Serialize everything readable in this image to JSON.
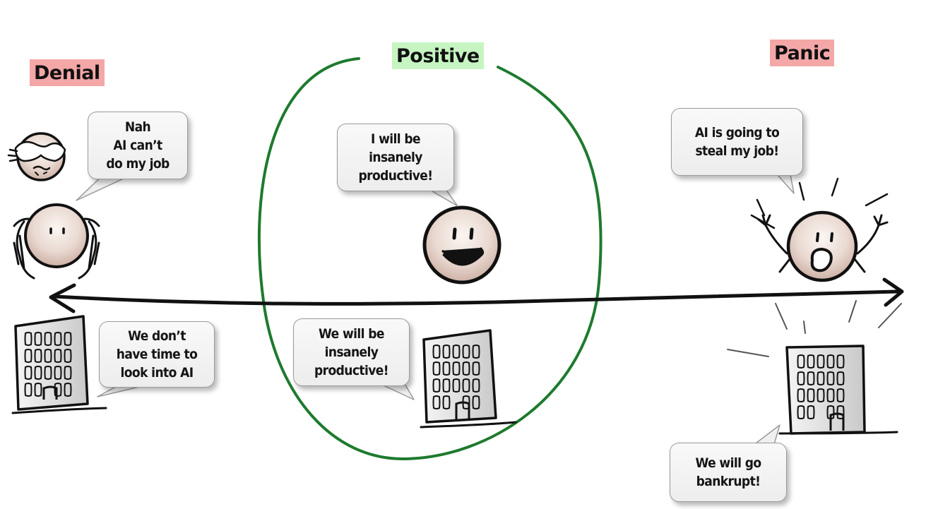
{
  "colors": {
    "label_red": "#f4a7a7",
    "label_green": "#c6f5c2",
    "ellipse_green": "#1e7a2e",
    "ink": "#111111"
  },
  "stages": {
    "denial": {
      "label": "Denial"
    },
    "positive": {
      "label": "Positive"
    },
    "panic": {
      "label": "Panic"
    }
  },
  "bubbles": {
    "denial_person": "Nah\nAI can’t\ndo my job",
    "denial_company": "We don’t\nhave time to\nlook into AI",
    "positive_person": "I will be\ninsanely\nproductive!",
    "positive_company": "We will be\ninsanely\nproductive!",
    "panic_person": "AI is going to\nsteal my job!",
    "panic_company": "We will go\nbankrupt!"
  },
  "icons": [
    "see-no-evil-face-icon",
    "covering-ears-face-icon",
    "smiling-face-icon",
    "screaming-face-icon",
    "office-building-icon",
    "double-arrow-icon"
  ]
}
